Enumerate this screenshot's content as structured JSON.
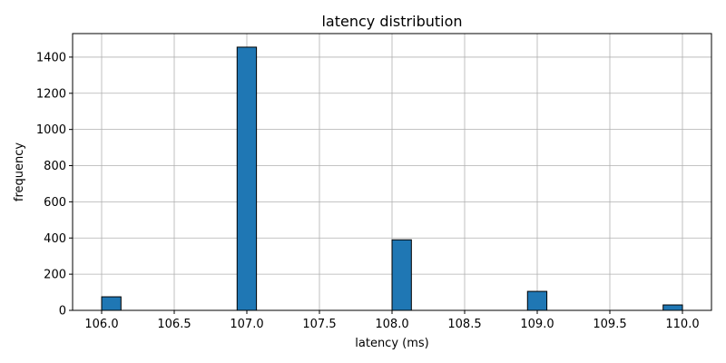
{
  "chart_data": {
    "type": "bar",
    "title": "latency distribution",
    "xlabel": "latency (ms)",
    "ylabel": "frequency",
    "xlim": [
      105.8,
      110.2
    ],
    "ylim": [
      0,
      1530
    ],
    "grid": true,
    "bar_color": "#1f77b4",
    "edge_color": "#000000",
    "grid_color": "#b0b0b0",
    "x_ticks": [
      106.0,
      106.5,
      107.0,
      107.5,
      108.0,
      108.5,
      109.0,
      109.5,
      110.0
    ],
    "x_tick_labels": [
      "106.0",
      "106.5",
      "107.0",
      "107.5",
      "108.0",
      "108.5",
      "109.0",
      "109.5",
      "110.0"
    ],
    "y_ticks": [
      0,
      200,
      400,
      600,
      800,
      1000,
      1200,
      1400
    ],
    "y_tick_labels": [
      "0",
      "200",
      "400",
      "600",
      "800",
      "1000",
      "1200",
      "1400"
    ],
    "bin_width": 0.1333,
    "bars": [
      {
        "x_start": 106.0,
        "value": 75
      },
      {
        "x_start": 106.933,
        "value": 1455
      },
      {
        "x_start": 108.0,
        "value": 390
      },
      {
        "x_start": 108.933,
        "value": 105
      },
      {
        "x_start": 109.867,
        "value": 30
      }
    ]
  }
}
